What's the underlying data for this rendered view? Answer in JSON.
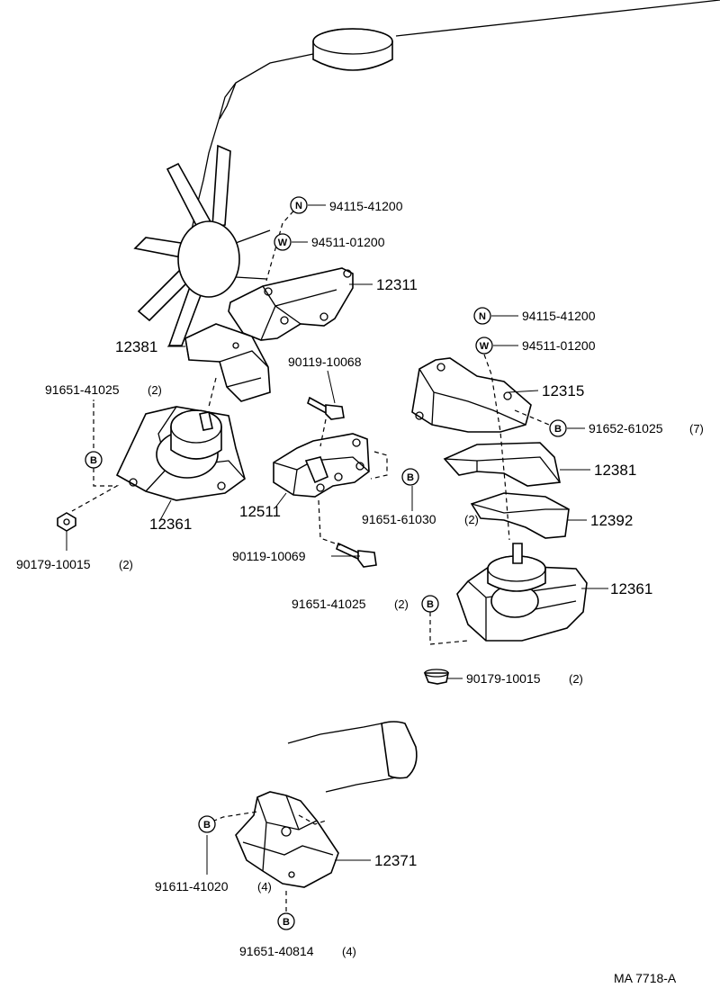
{
  "labels": {
    "nut_1": "94115-41200",
    "washer_1": "94511-01200",
    "bracket_12311": "12311",
    "insulator_12381_l": "12381",
    "bolt_90119_10068": "90119-10068",
    "bolt_91651_41025_l": "91651-41025",
    "qty_91651_41025_l": "(2)",
    "mount_12361_l": "12361",
    "bracket_12511": "12511",
    "bolt_91651_61030": "91651-61030",
    "qty_91651_61030": "(2)",
    "nut_90179_10015_l": "90179-10015",
    "qty_90179_10015_l": "(2)",
    "bolt_90119_10069": "90119-10069",
    "nut_2": "94115-41200",
    "washer_2": "94511-01200",
    "bracket_12315": "12315",
    "bolt_91652_61025": "91652-61025",
    "qty_91652_61025": "(7)",
    "insulator_12381_r": "12381",
    "plate_12392": "12392",
    "mount_12361_r": "12361",
    "bolt_91651_41025_r": "91651-41025",
    "qty_91651_41025_r": "(2)",
    "nut_90179_10015_r": "90179-10015",
    "qty_90179_10015_r": "(2)",
    "mount_12371": "12371",
    "bolt_91611_41020": "91611-41020",
    "qty_91611_41020": "(4)",
    "bolt_91651_40814": "91651-40814",
    "qty_91651_40814": "(4)",
    "figure_code": "MA 7718-A"
  },
  "badges": {
    "nut": "N",
    "washer": "W",
    "bolt": "B"
  }
}
